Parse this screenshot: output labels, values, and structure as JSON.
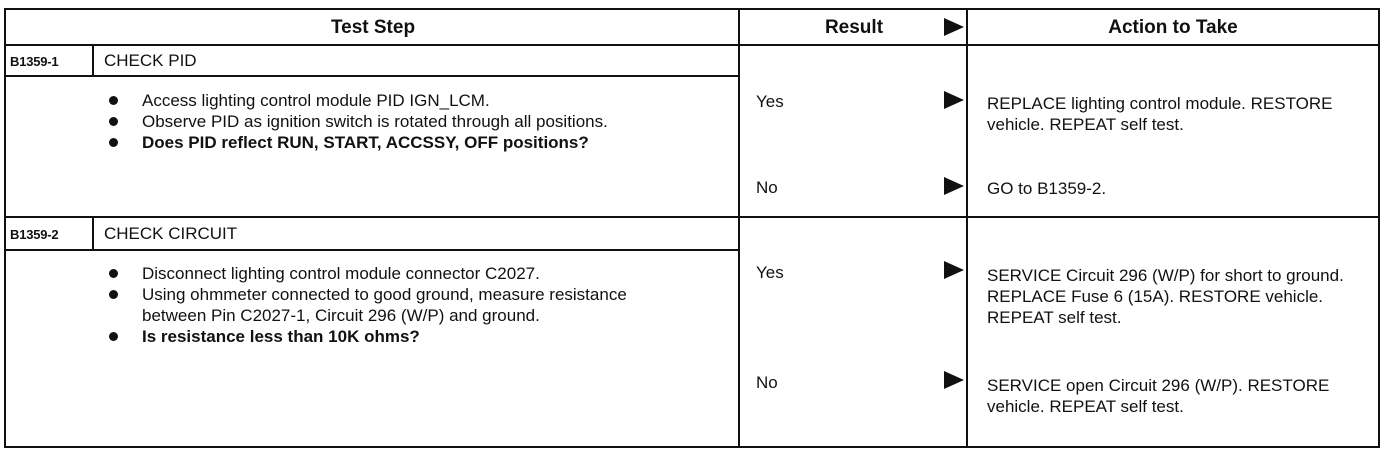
{
  "header": {
    "test_step": "Test Step",
    "result": "Result",
    "action": "Action to Take"
  },
  "steps": [
    {
      "code": "B1359-1",
      "title": "CHECK PID",
      "bullets": [
        "Access lighting control module PID IGN_LCM.",
        "Observe PID as ignition switch is rotated through all positions.",
        "Does PID reflect RUN, START, ACCSSY, OFF positions?"
      ],
      "yes_label": "Yes",
      "yes_action": "REPLACE lighting control module. RESTORE vehicle. REPEAT self test.",
      "no_label": "No",
      "no_action": "GO to B1359-2."
    },
    {
      "code": "B1359-2",
      "title": "CHECK CIRCUIT",
      "bullets": [
        "Disconnect lighting control module connector C2027.",
        "Using ohmmeter connected to good ground, measure resistance between Pin C2027-1, Circuit 296 (W/P) and ground.",
        "Is resistance less than 10K ohms?"
      ],
      "yes_label": "Yes",
      "yes_action": "SERVICE Circuit 296 (W/P) for short to ground. REPLACE Fuse 6 (15A). RESTORE vehicle. REPEAT self test.",
      "no_label": "No",
      "no_action": "SERVICE open Circuit 296 (W/P). RESTORE vehicle. REPEAT self test."
    }
  ]
}
